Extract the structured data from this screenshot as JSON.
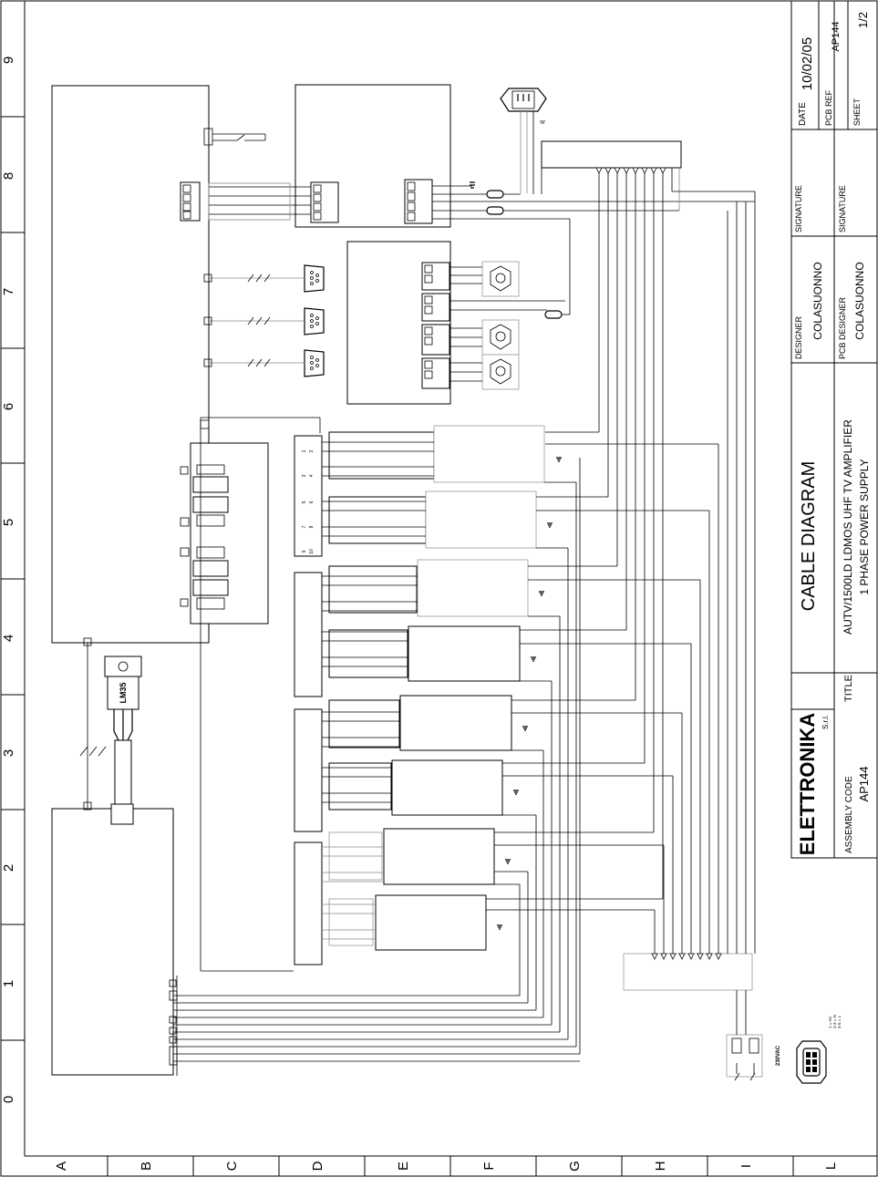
{
  "border": {
    "row_labels": [
      "0",
      "1",
      "2",
      "3",
      "4",
      "5",
      "6",
      "7",
      "8",
      "9"
    ],
    "col_labels": [
      "A",
      "B",
      "C",
      "D",
      "E",
      "F",
      "G",
      "H",
      "I",
      "L"
    ]
  },
  "title_block": {
    "date_label": "DATE",
    "date_value": "10/02/05",
    "pcb_ref_label": "PCB REF",
    "pcb_ref_value": "AP144",
    "sheet_label": "SHEET",
    "sheet_value": "1/2",
    "signature_label_1": "SIGNATURE",
    "signature_label_2": "SIGNATURE",
    "designer_label": "DESIGNER",
    "designer_value": "COLASUONNO",
    "pcb_designer_label": "PCB DESIGNER",
    "pcb_designer_value": "COLASUONNO",
    "drawing_name": "CABLE DIAGRAM",
    "title_label": "TITLE",
    "title_line1": "AUTV/1500LD LDMOS UHF TV AMPLIFIER",
    "title_line2": "1 PHASE POWER SUPPLY",
    "logo": "ELETTRONIKA",
    "logo_suffix": "S.r.l.",
    "assembly_code_label": "ASSEMBLY CODE",
    "assembly_code_value": "AP144"
  },
  "components": {
    "sensor_label": "LM35",
    "mains_label": "230VAC",
    "plug_legend": [
      "1 = AC",
      "2-3 = N",
      "4-5 = L"
    ],
    "connector_pins": [
      "1",
      "2",
      "3",
      "4",
      "5",
      "6",
      "7",
      "8",
      "9",
      "10"
    ]
  },
  "colors": {
    "line": "#000000",
    "secondary_line": "#888888",
    "background": "#ffffff"
  }
}
